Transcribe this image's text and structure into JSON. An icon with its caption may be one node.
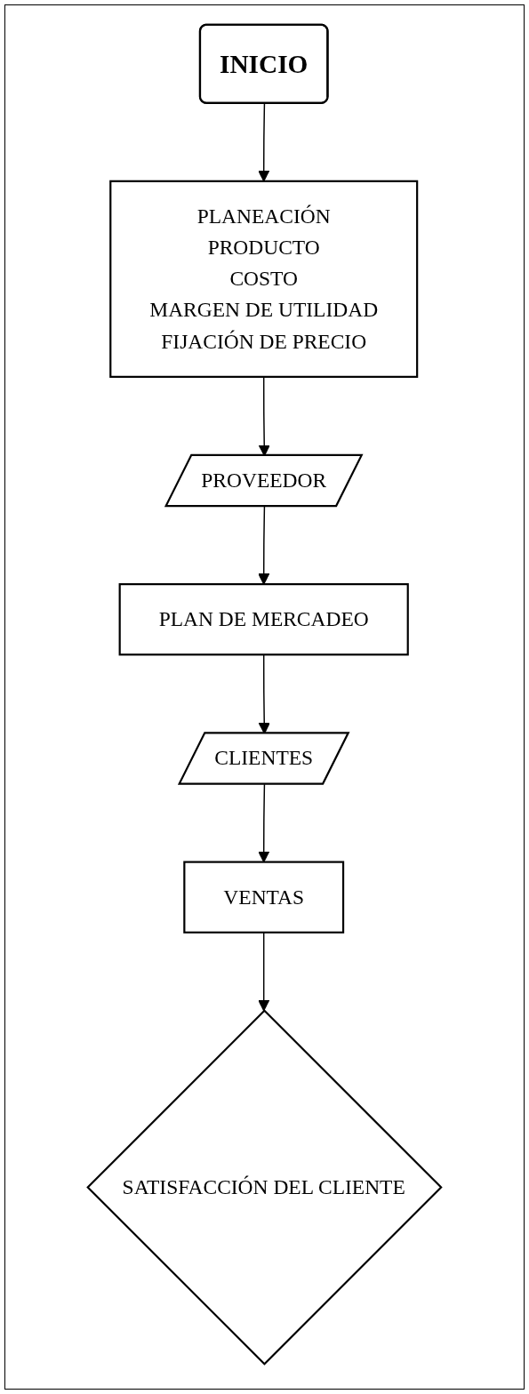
{
  "diagram": {
    "nodes": [
      {
        "text": [
          "INICIO"
        ]
      },
      {
        "text": [
          "PLANEACIÓN",
          "PRODUCTO",
          "COSTO",
          "MARGEN DE UTILIDAD",
          "FIJACIÓN DE PRECIO"
        ]
      },
      {
        "text": [
          "PROVEEDOR"
        ]
      },
      {
        "text": [
          "PLAN DE MERCADEO"
        ]
      },
      {
        "text": [
          "CLIENTES"
        ]
      },
      {
        "text": [
          "VENTAS"
        ]
      },
      {
        "text": [
          "SATISFACCIÓN DEL CLIENTE"
        ]
      }
    ],
    "edges": [
      {
        "from": 0,
        "to": 1,
        "arrow": "to"
      },
      {
        "from": 1,
        "to": 2,
        "arrow": "to"
      },
      {
        "from": 2,
        "to": 3,
        "arrow": "to"
      },
      {
        "from": 3,
        "to": 4,
        "arrow": "to"
      },
      {
        "from": 4,
        "to": 5,
        "arrow": "to"
      },
      {
        "from": 5,
        "to": 6,
        "arrow": "to"
      }
    ]
  }
}
